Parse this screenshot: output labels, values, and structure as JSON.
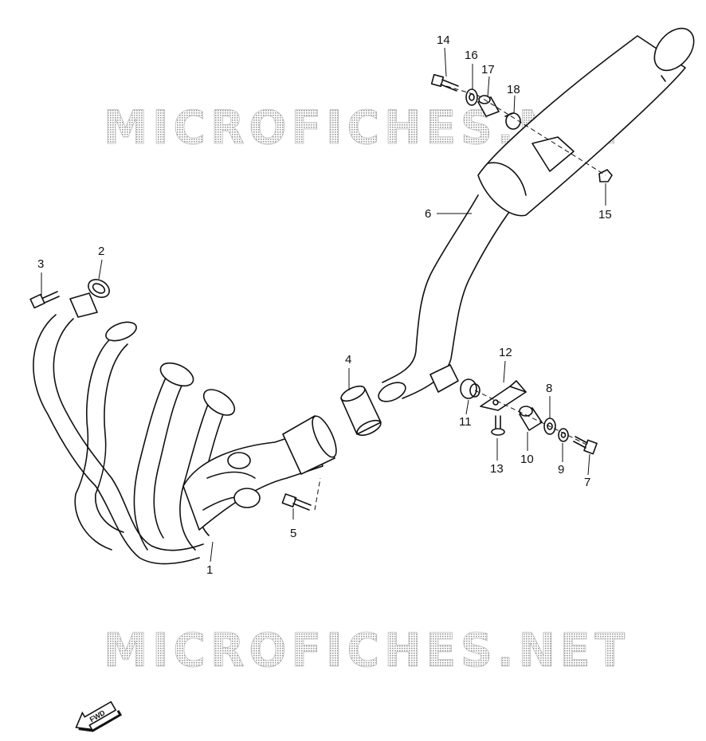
{
  "watermark": {
    "top": "MICROFICHES.NET",
    "bottom": "MICROFICHES.NET"
  },
  "fwd_label": "FWD",
  "callouts": [
    {
      "id": "1",
      "label": "1"
    },
    {
      "id": "2",
      "label": "2"
    },
    {
      "id": "3",
      "label": "3"
    },
    {
      "id": "4",
      "label": "4"
    },
    {
      "id": "5",
      "label": "5"
    },
    {
      "id": "6",
      "label": "6"
    },
    {
      "id": "7",
      "label": "7"
    },
    {
      "id": "8",
      "label": "8"
    },
    {
      "id": "9",
      "label": "9"
    },
    {
      "id": "10",
      "label": "10"
    },
    {
      "id": "11",
      "label": "11"
    },
    {
      "id": "12",
      "label": "12"
    },
    {
      "id": "13",
      "label": "13"
    },
    {
      "id": "14",
      "label": "14"
    },
    {
      "id": "15",
      "label": "15"
    },
    {
      "id": "16",
      "label": "16"
    },
    {
      "id": "17",
      "label": "17"
    },
    {
      "id": "18",
      "label": "18"
    }
  ]
}
